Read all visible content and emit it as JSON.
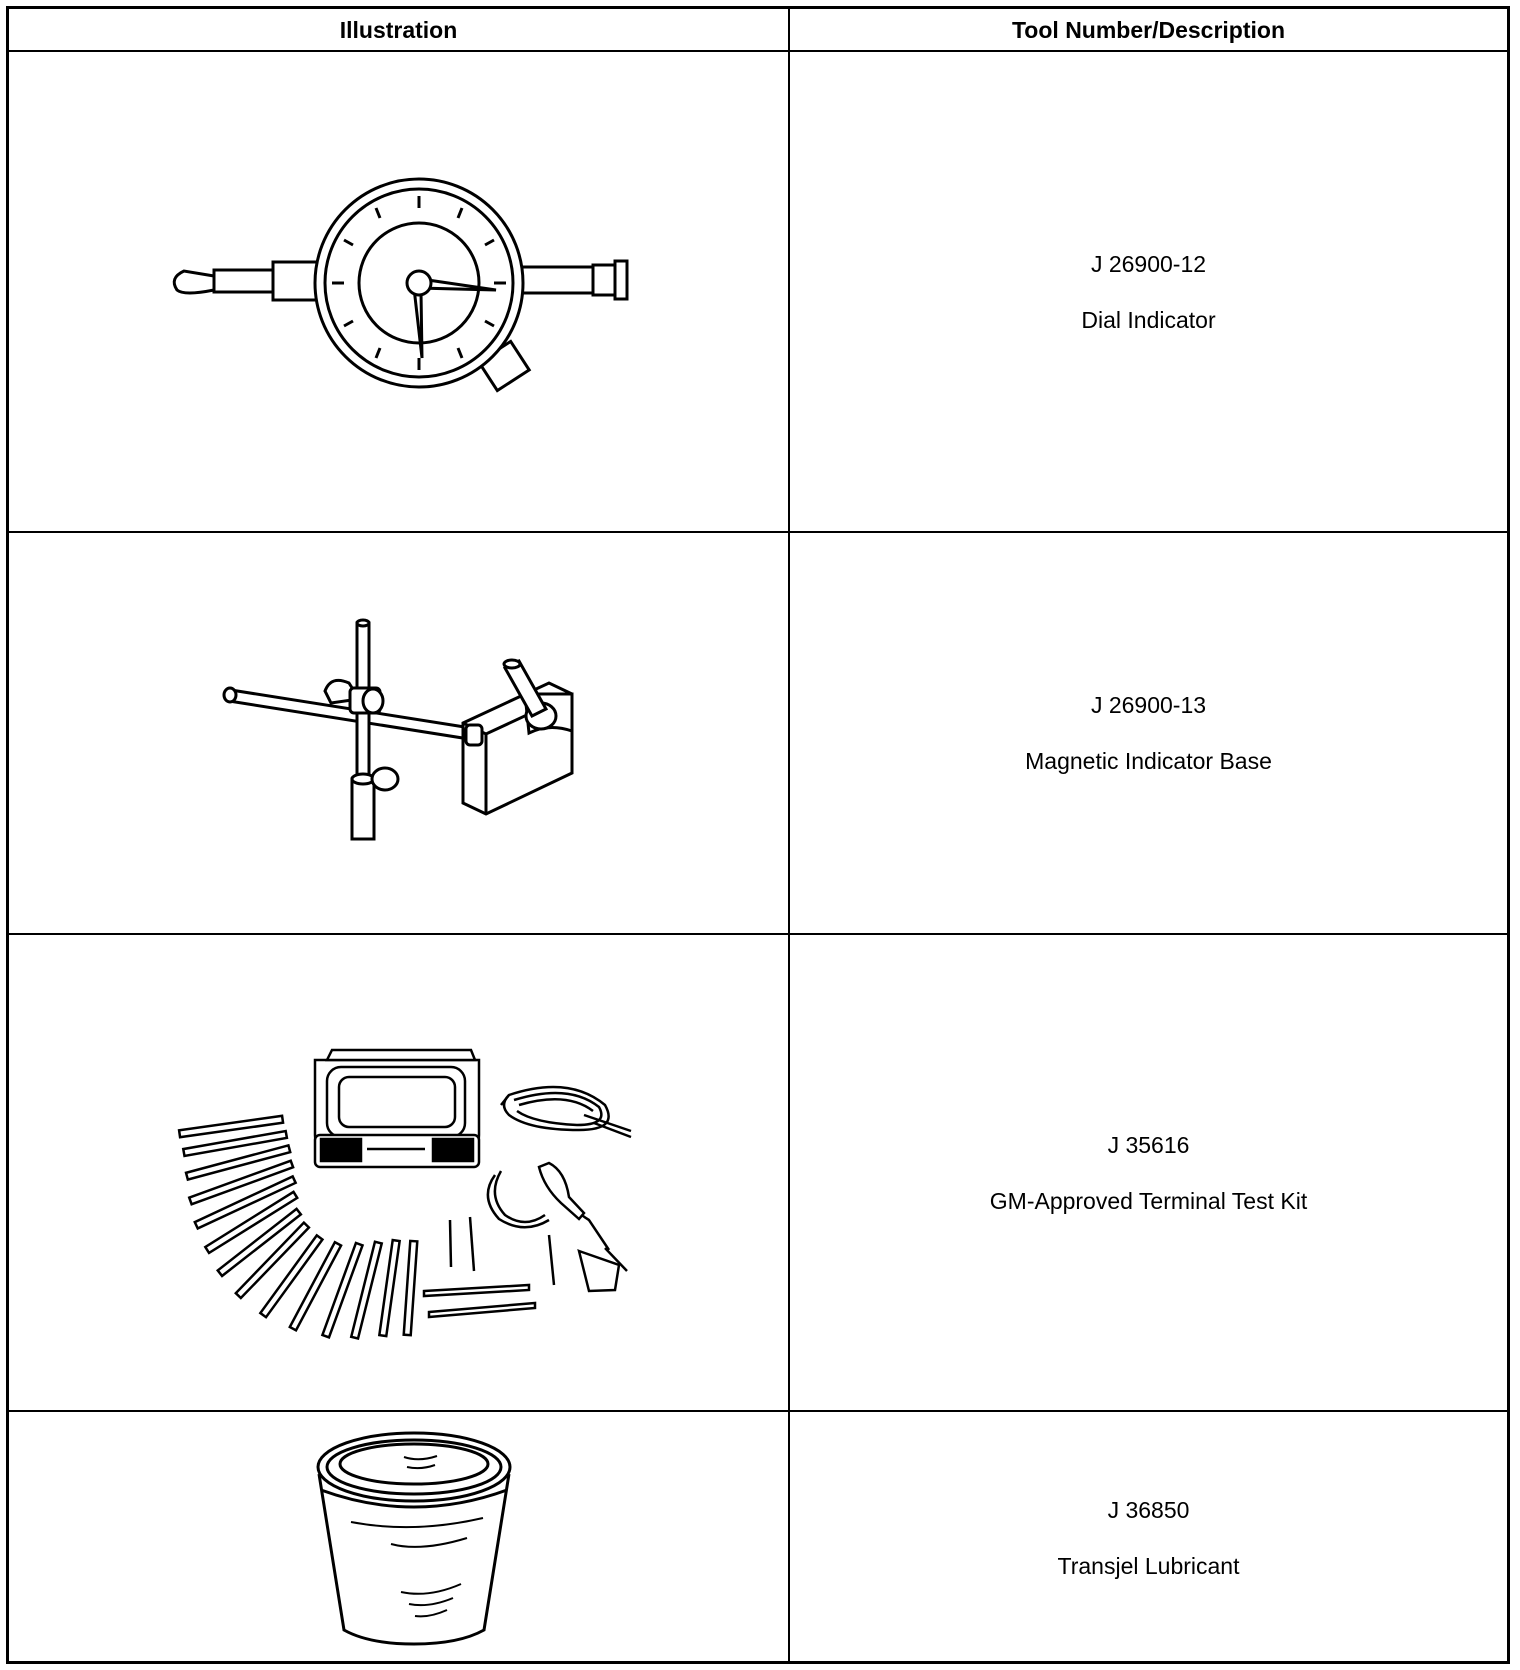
{
  "table": {
    "headers": {
      "illustration": "Illustration",
      "description": "Tool Number/Description"
    },
    "rows": [
      {
        "tool_number": "J 26900-12",
        "description": "Dial Indicator",
        "illustration_icon": "dial-indicator-illustration"
      },
      {
        "tool_number": "J 26900-13",
        "description": "Magnetic Indicator Base",
        "illustration_icon": "magnetic-indicator-base-illustration"
      },
      {
        "tool_number": "J 35616",
        "description": "GM-Approved Terminal Test Kit",
        "illustration_icon": "terminal-test-kit-illustration"
      },
      {
        "tool_number": "J 36850",
        "description": "Transjel Lubricant",
        "illustration_icon": "transjel-lubricant-tub-illustration"
      }
    ]
  }
}
